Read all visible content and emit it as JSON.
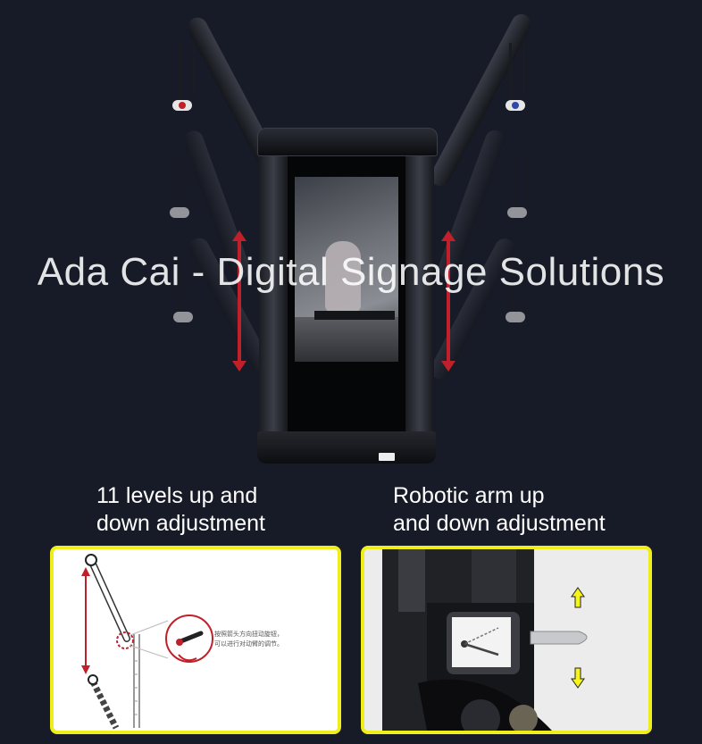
{
  "watermark": "Ada Cai - Digital Signage Solutions",
  "features": [
    {
      "line1": "11 levels up and",
      "line2": "down adjustment"
    },
    {
      "line1": "Robotic arm up",
      "line2": "and down adjustment"
    }
  ],
  "diagram_note_line1": "按照箭头方向扭动旋钮，",
  "diagram_note_line2": "可以进行对动臂的调节。",
  "colors": {
    "background": "#171b27",
    "frame_border": "#f0ee1a",
    "adjust_arrow": "#c0202a",
    "direction_arrow": "#f5f51a"
  }
}
